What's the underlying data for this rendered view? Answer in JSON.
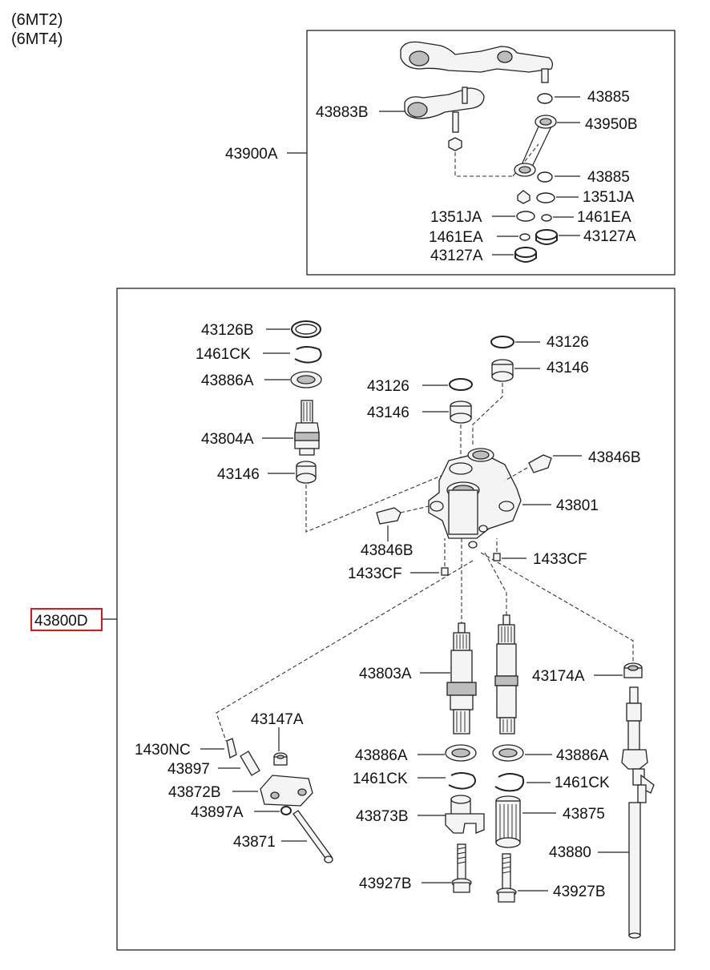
{
  "header": {
    "line1": "(6MT2)",
    "line2": "(6MT4)"
  },
  "assembly_labels": {
    "upper_assembly": "43900A",
    "main_assembly": "43800D"
  },
  "upper_box": {
    "l_43883b": "43883B",
    "l_43885_a": "43885",
    "l_43950b": "43950B",
    "l_43885_b": "43885",
    "l_1351ja_r": "1351JA",
    "l_1351ja_l": "1351JA",
    "l_1461ea_r": "1461EA",
    "l_1461ea_l": "1461EA",
    "l_43127a_r": "43127A",
    "l_43127a_l": "43127A"
  },
  "main_box": {
    "l_43126b": "43126B",
    "l_1461ck_top": "1461CK",
    "l_43886a_top": "43886A",
    "l_43804a": "43804A",
    "l_43146_left": "43146",
    "l_43126_right": "43126",
    "l_43146_right": "43146",
    "l_43126_mid": "43126",
    "l_43146_mid": "43146",
    "l_43846b_right": "43846B",
    "l_43801": "43801",
    "l_43846b_left": "43846B",
    "l_1433cf_right": "1433CF",
    "l_1433cf_left": "1433CF",
    "l_43803a": "43803A",
    "l_43174a": "43174A",
    "l_43147a": "43147A",
    "l_1430nc": "1430NC",
    "l_43897": "43897",
    "l_43872b": "43872B",
    "l_43897a": "43897A",
    "l_43871": "43871",
    "l_43886a_left": "43886A",
    "l_43886a_right": "43886A",
    "l_1461ck_left": "1461CK",
    "l_1461ck_right": "1461CK",
    "l_43873b": "43873B",
    "l_43875": "43875",
    "l_43880": "43880",
    "l_43927b_left": "43927B",
    "l_43927b_right": "43927B"
  },
  "colors": {
    "highlight": "#e0141c",
    "line": "#222222"
  }
}
